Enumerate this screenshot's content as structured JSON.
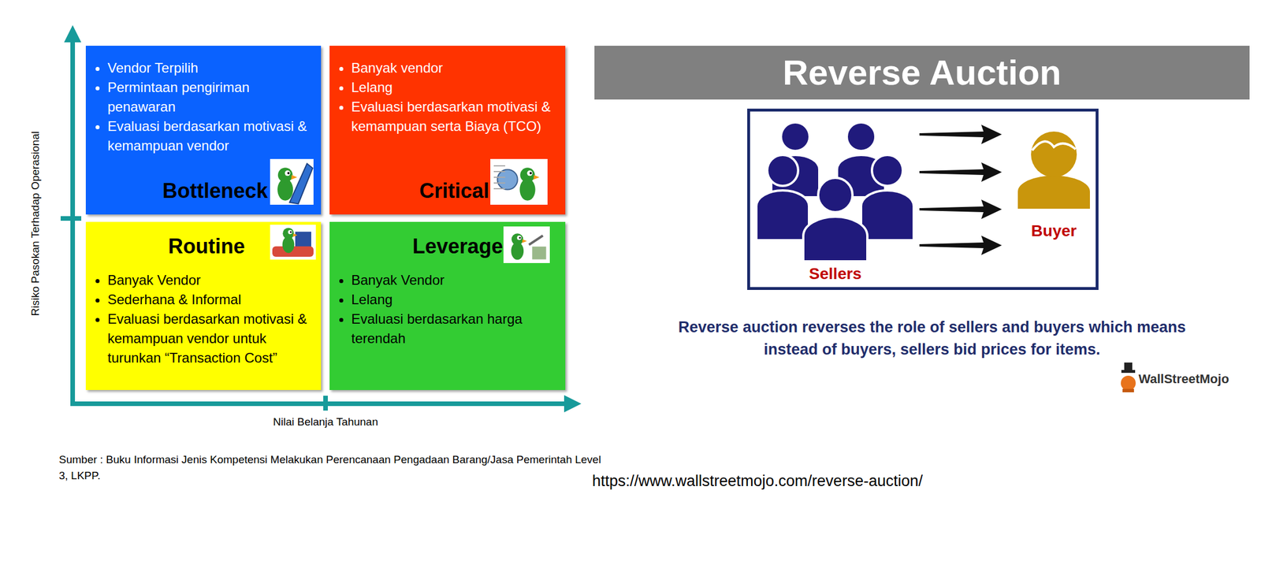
{
  "diagram": {
    "title": "Reverse Auction",
    "caption": "Reverse auction reverses the role of sellers and buyers which means instead of buyers, sellers bid prices for items.",
    "nodes": [
      {
        "text": [
          "Vendor Terpilih",
          "Permintaan pengiriman penawaran",
          "Evaluasi berdasarkan motivasi & kemampuan vendor",
          "Bottleneck"
        ]
      },
      {
        "text": [
          "Banyak vendor",
          "Lelang",
          "Evaluasi berdasarkan motivasi & kemampuan serta Biaya (TCO)",
          "Critical"
        ]
      },
      {
        "text": [
          "Routine",
          "Banyak Vendor",
          "Sederhana & Informal",
          "Evaluasi berdasarkan motivasi & kemampuan vendor untuk turunkan “Transaction Cost”"
        ]
      },
      {
        "text": [
          "Leverage",
          "Banyak Vendor",
          "Lelang",
          "Evaluasi berdasarkan harga terendah"
        ]
      },
      {
        "text": [
          "Sellers",
          "Buyer"
        ]
      }
    ],
    "labels": [
      "Risiko Pasokan Terhadap Operasional",
      "Nilai Belanja Tahunan",
      "Sumber : Buku Informasi Jenis Kompetensi Melakukan Perencanaan Pengadaan Barang/Jasa Pemerintah Level 3, LKPP.",
      "https://www.wallstreetmojo.com/reverse-auction/",
      "WallStreetMojo"
    ]
  }
}
